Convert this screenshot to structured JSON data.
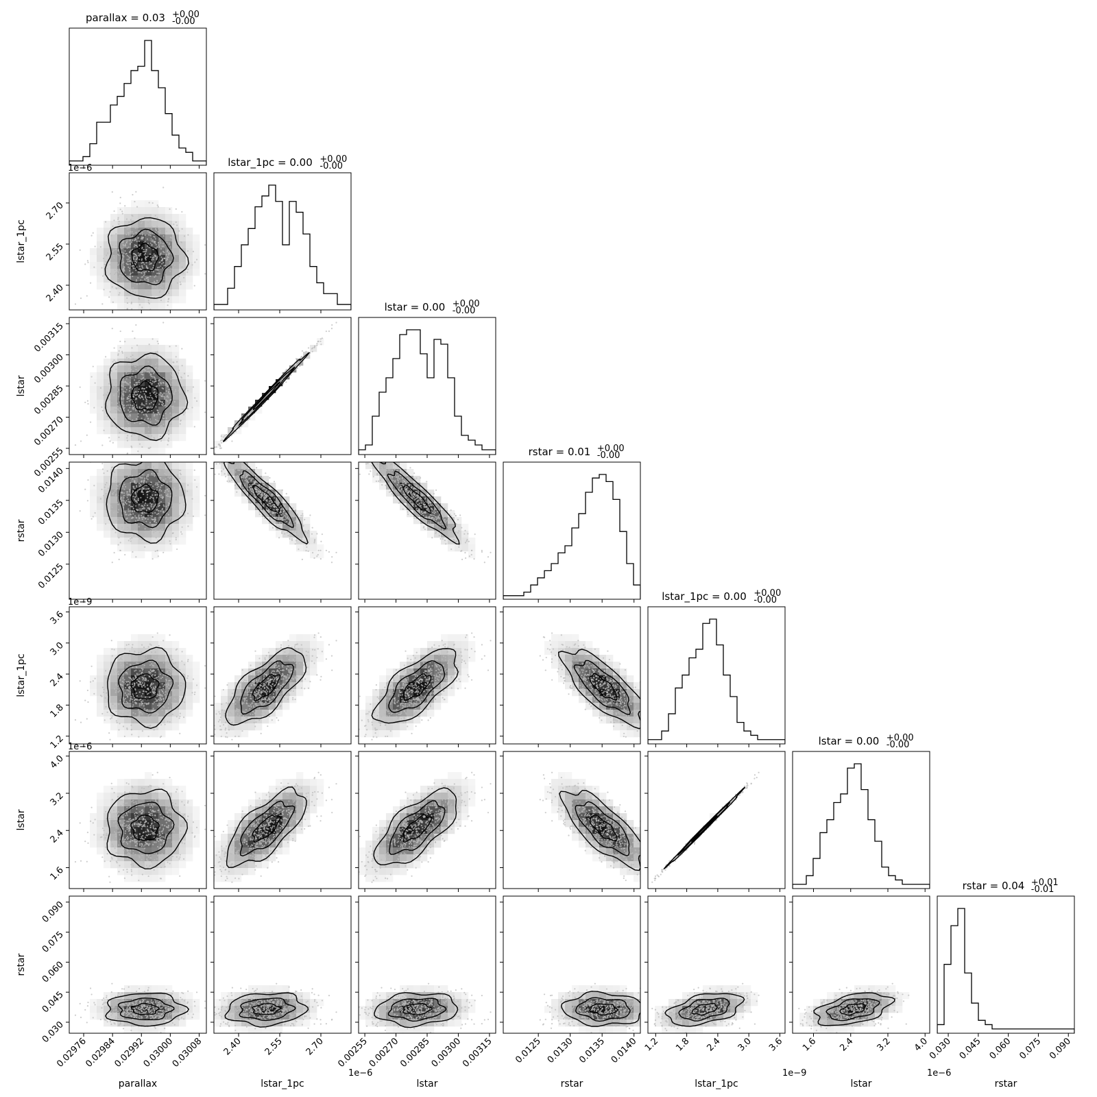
{
  "chart_data": {
    "type": "corner",
    "parameters": [
      {
        "label": "parallax",
        "title": "parallax = 0.03",
        "sup": "+0.00",
        "sub": "-0.00",
        "range": [
          0.02972,
          0.0301
        ],
        "ticks": [
          0.02976,
          0.02984,
          0.02992,
          0.03,
          0.03008
        ],
        "tick_labels": [
          "0.02976",
          "0.02984",
          "0.02992",
          "0.03000",
          "0.03008"
        ],
        "offset": "",
        "mean": 0.02993,
        "sd": 6e-05,
        "hist": [
          1,
          1,
          2,
          5,
          10,
          10,
          14,
          16,
          19,
          22,
          23,
          29,
          22,
          18,
          12,
          7,
          4,
          3,
          1,
          1
        ]
      },
      {
        "label": "lstar_1pc",
        "title": "lstar_1pc = 0.00",
        "sup": "+0.00",
        "sub": "-0.00",
        "range": [
          2.31,
          2.81
        ],
        "ticks": [
          2.4,
          2.55,
          2.7
        ],
        "tick_labels": [
          "2.40",
          "2.55",
          "2.70"
        ],
        "offset": "1e−6",
        "mean": 2.5,
        "sd": 0.08,
        "hist": [
          1,
          1,
          4,
          8,
          12,
          15,
          19,
          21,
          23,
          20,
          12,
          20,
          18,
          14,
          8,
          5,
          3,
          3,
          1,
          1
        ]
      },
      {
        "label": "lstar",
        "title": "lstar = 0.00",
        "sup": "+0.00",
        "sub": "-0.00",
        "range": [
          0.00252,
          0.00318
        ],
        "ticks": [
          0.00255,
          0.0027,
          0.00285,
          0.003,
          0.00315
        ],
        "tick_labels": [
          "0.00255",
          "0.00270",
          "0.00285",
          "0.00300",
          "0.00315"
        ],
        "offset": "",
        "mean": 0.0028,
        "sd": 0.00011,
        "hist": [
          1,
          2,
          8,
          13,
          16,
          20,
          25,
          26,
          26,
          21,
          16,
          24,
          23,
          16,
          8,
          4,
          3,
          2,
          1,
          1
        ]
      },
      {
        "label": "rstar",
        "title": "rstar = 0.01",
        "sup": "+0.00",
        "sub": "-0.00",
        "range": [
          0.01195,
          0.0141
        ],
        "ticks": [
          0.0125,
          0.013,
          0.0135,
          0.014
        ],
        "tick_labels": [
          "0.0125",
          "0.0130",
          "0.0135",
          "0.0140"
        ],
        "offset": "",
        "mean": 0.01352,
        "sd": 0.00035,
        "hist": [
          1,
          1,
          1,
          2,
          4,
          6,
          8,
          10,
          13,
          15,
          20,
          24,
          30,
          34,
          35,
          33,
          28,
          19,
          10,
          4
        ]
      },
      {
        "label": "lstar_1pc",
        "title": "lstar_1pc = 0.00",
        "sup": "+0.00",
        "sub": "-0.00",
        "range": [
          1.05,
          3.7
        ],
        "ticks": [
          1.2,
          1.8,
          2.4,
          3.0,
          3.6
        ],
        "tick_labels": [
          "1.2",
          "1.8",
          "2.4",
          "3.0",
          "3.6"
        ],
        "offset": "1e−9",
        "mean": 2.15,
        "sd": 0.4,
        "hist": [
          1,
          1,
          3,
          7,
          13,
          16,
          20,
          22,
          28,
          29,
          23,
          16,
          11,
          5,
          3,
          2,
          1,
          1,
          1,
          1
        ]
      },
      {
        "label": "lstar",
        "title": "lstar = 0.00",
        "sup": "+0.00",
        "sub": "-0.00",
        "range": [
          1.15,
          4.1
        ],
        "ticks": [
          1.6,
          2.4,
          3.2,
          4.0
        ],
        "tick_labels": [
          "1.6",
          "2.4",
          "3.2",
          "4.0"
        ],
        "offset": "1e−6",
        "mean": 2.45,
        "sd": 0.45,
        "hist": [
          1,
          1,
          3,
          7,
          13,
          16,
          20,
          22,
          28,
          29,
          23,
          16,
          11,
          5,
          3,
          2,
          1,
          1,
          1,
          1
        ]
      },
      {
        "label": "rstar",
        "title": "rstar = 0.04",
        "sup": "+0.01",
        "sub": "-0.01",
        "range": [
          0.0245,
          0.093
        ],
        "ticks": [
          0.03,
          0.045,
          0.06,
          0.075,
          0.09
        ],
        "tick_labels": [
          "0.030",
          "0.045",
          "0.060",
          "0.075",
          "0.090"
        ],
        "offset": "",
        "mean": 0.0365,
        "sd": 0.0045,
        "hist": [
          2,
          16,
          25,
          29,
          14,
          7,
          3,
          2,
          1,
          1,
          1,
          1,
          1,
          1,
          1,
          1,
          1,
          1,
          1,
          1
        ]
      }
    ],
    "correlations": [
      [
        1,
        0,
        0,
        0,
        0,
        0,
        0
      ],
      [
        0,
        1,
        0.995,
        -0.9,
        0.7,
        0.7,
        0.1
      ],
      [
        0,
        0.995,
        1,
        -0.9,
        0.7,
        0.7,
        0.1
      ],
      [
        0,
        -0.9,
        -0.9,
        1,
        -0.75,
        -0.75,
        -0.05
      ],
      [
        0,
        0.7,
        0.7,
        -0.75,
        1,
        0.998,
        0.45
      ],
      [
        0,
        0.7,
        0.7,
        -0.75,
        0.998,
        1,
        0.45
      ],
      [
        0,
        0.1,
        0.1,
        -0.05,
        0.45,
        0.45,
        1
      ]
    ],
    "grid": false,
    "contour_levels": 3
  }
}
